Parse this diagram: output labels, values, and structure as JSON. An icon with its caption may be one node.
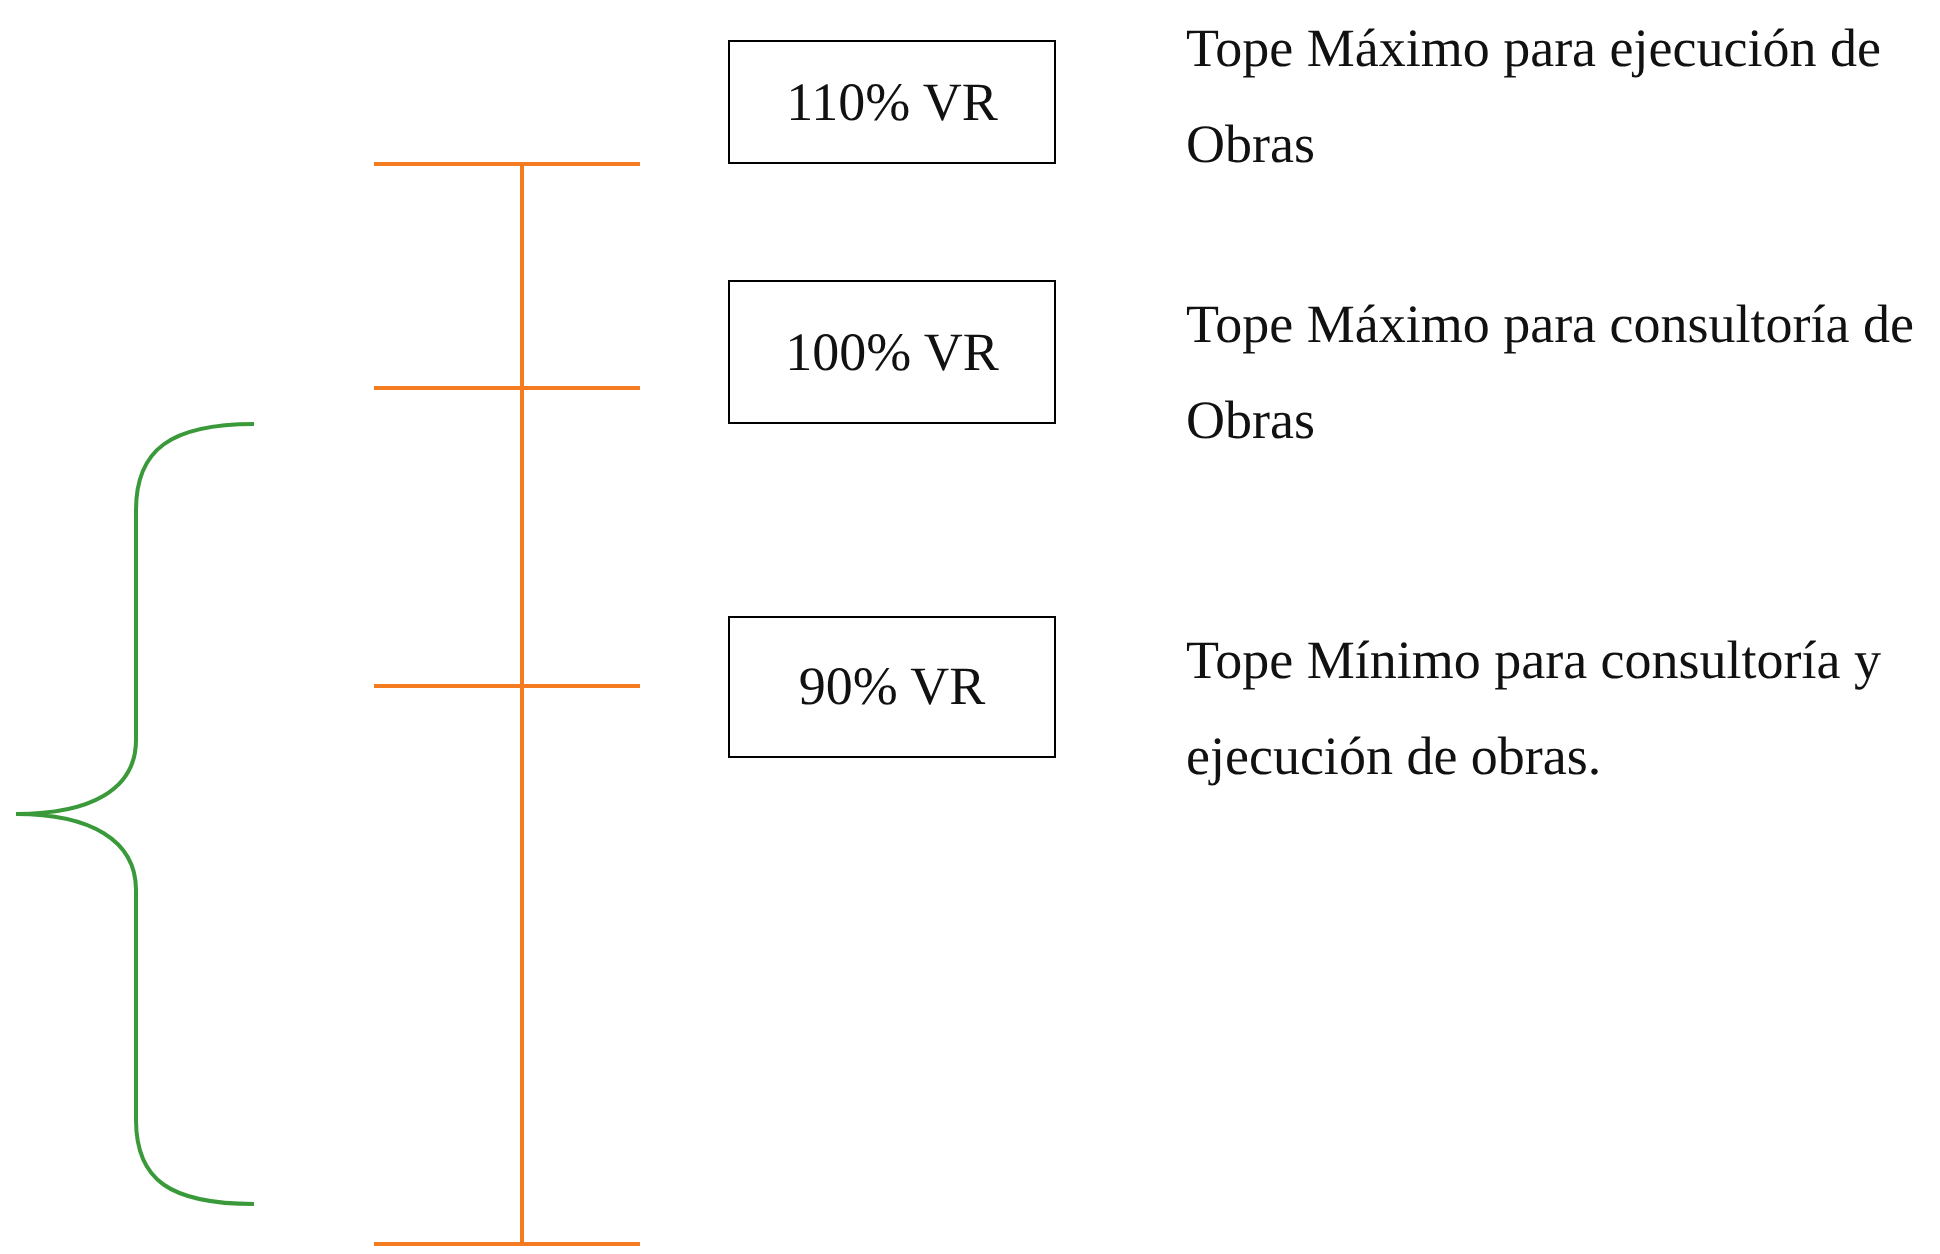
{
  "diagram": {
    "nodes": [
      {
        "text": [
          "110% VR"
        ],
        "beside": [
          "Tope Máximo para ejecución de Obras"
        ]
      },
      {
        "text": [
          "100% VR"
        ],
        "beside": [
          "Tope Máximo para consultoría de Obras"
        ]
      },
      {
        "text": [
          "90% VR"
        ],
        "beside": [
          "Tope Mínimo para consultoría y ejecución de obras."
        ]
      }
    ]
  }
}
